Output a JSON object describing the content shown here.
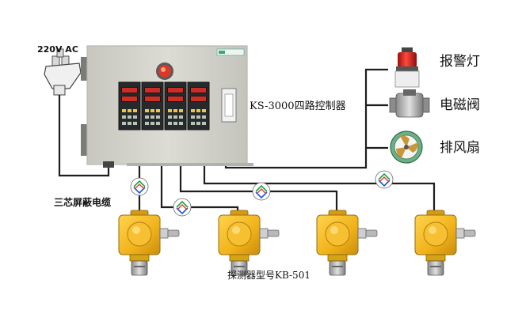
{
  "labels": {
    "power": "220V AC",
    "controller_model": "KS-3000四路控制器",
    "cable": "三芯屏蔽电缆",
    "sensor_model": "探测器型号KB-501",
    "alarm_light": "报警灯",
    "solenoid_valve": "电磁阀",
    "exhaust_fan": "排风扇"
  },
  "colors": {
    "wire": "#1e1e1e",
    "panel_body": "#d6d6cf",
    "display_module": "#262a2c",
    "led_digits": "#e5352b",
    "detector_body": "#f0b21a",
    "alarm_lamp": "#d81e1e",
    "fan_blade": "#c9973a"
  },
  "controller": {
    "channels": 4
  },
  "detectors": {
    "count": 4
  }
}
